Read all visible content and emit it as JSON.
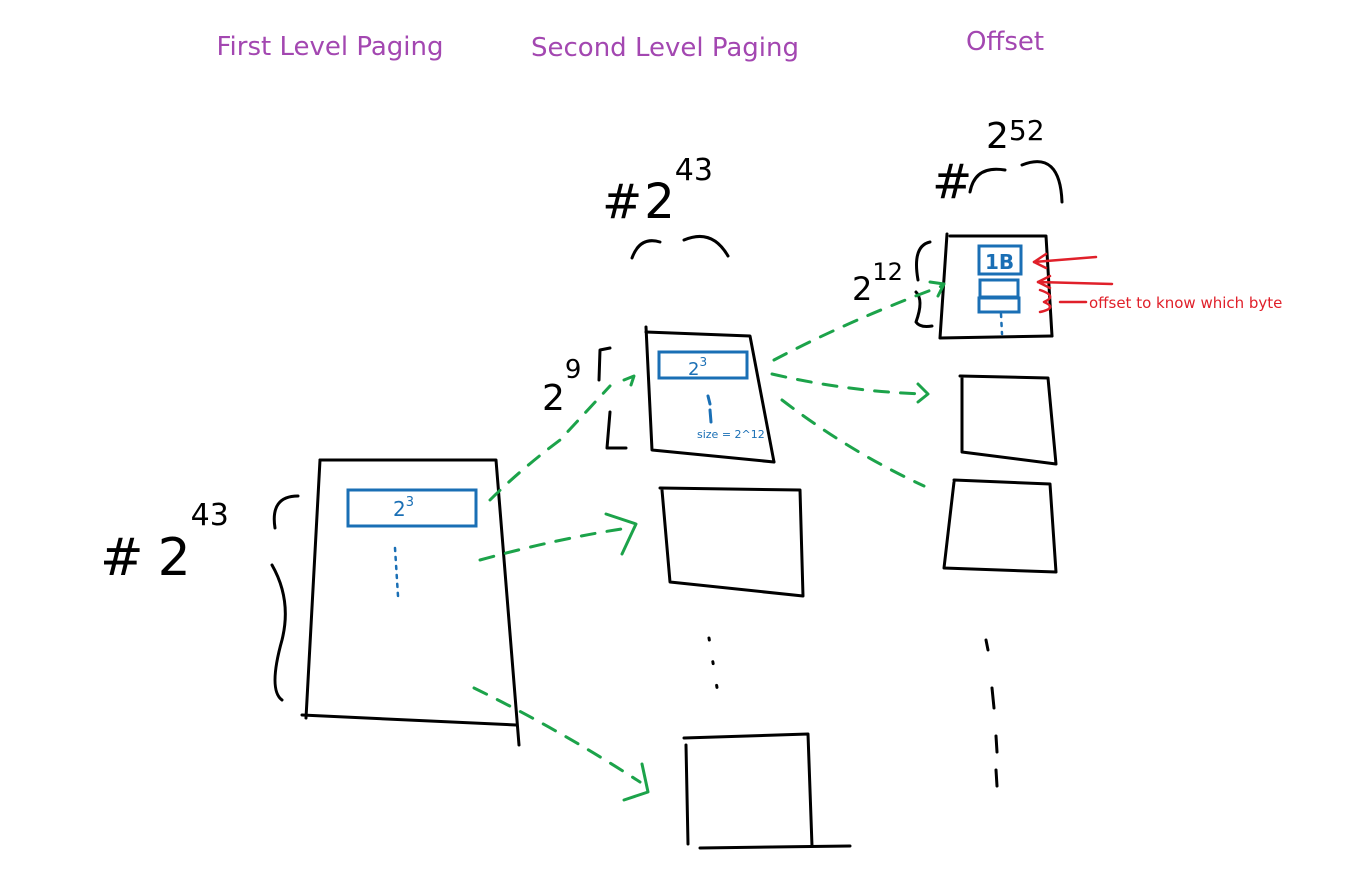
{
  "headings": {
    "first_level": "First Level Paging",
    "second_level": "Second Level Paging",
    "offset": "Offset"
  },
  "first_level": {
    "count_hash": "#",
    "count_base": "2",
    "count_exp": "43",
    "entry_label_base": "2",
    "entry_label_exp": "3"
  },
  "second_level": {
    "count_hash": "#",
    "count_base": "2",
    "count_exp": "43",
    "side_base": "2",
    "side_exp": "9",
    "entry_label_base": "2",
    "entry_label_exp": "3",
    "size_note": "size = 2^12"
  },
  "offset_level": {
    "count_hash": "#",
    "count_base": "2",
    "count_exp": "52",
    "side_base": "2",
    "side_exp": "12",
    "byte_label": "1B",
    "offset_note": "offset to know which byte"
  },
  "colors": {
    "heading": "#a347b1",
    "ink": "#000000",
    "entry": "#1a6fb5",
    "pointer": "#1ca34a",
    "annotation": "#e0202a"
  }
}
